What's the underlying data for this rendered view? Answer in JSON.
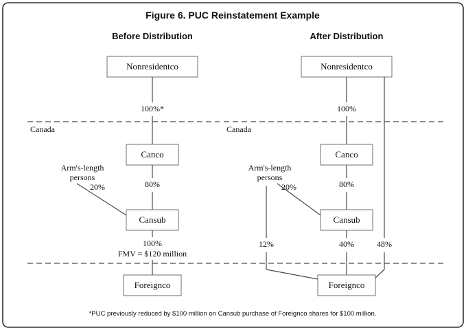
{
  "figure": {
    "title": "Figure 6. PUC Reinstatement Example",
    "footnote": "*PUC previously reduced by $100 million on Cansub purchase of Foreignco shares for $100 million."
  },
  "left": {
    "header": "Before Distribution",
    "canada_label": "Canada",
    "nodes": {
      "nonresidentco": "Nonresidentco",
      "canco": "Canco",
      "cansub": "Cansub",
      "foreignco": "Foreignco"
    },
    "labels": {
      "top_pct": "100%*",
      "mid_pct": "80%",
      "bottom_pct": "100%",
      "fmv": "FMV = $120 million",
      "arms_line1": "Arm's-length",
      "arms_line2": "persons",
      "arms_pct": "20%"
    }
  },
  "right": {
    "header": "After Distribution",
    "canada_label": "Canada",
    "nodes": {
      "nonresidentco": "Nonresidentco",
      "canco": "Canco",
      "cansub": "Cansub",
      "foreignco": "Foreignco"
    },
    "labels": {
      "top_pct": "100%",
      "mid_pct": "80%",
      "pct12": "12%",
      "pct40": "40%",
      "pct48": "48%",
      "arms_line1": "Arm's-length",
      "arms_line2": "persons",
      "arms_pct": "20%"
    }
  }
}
